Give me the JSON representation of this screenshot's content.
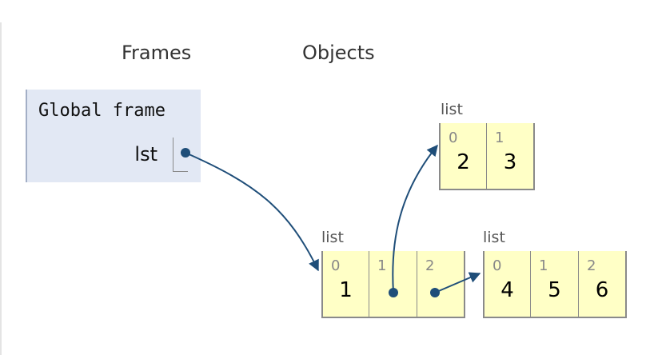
{
  "headers": {
    "frames": "Frames",
    "objects": "Objects"
  },
  "global_frame": {
    "title": "Global frame",
    "variable": "lst"
  },
  "objects": {
    "list_main": {
      "type_label": "list",
      "indices": [
        "0",
        "1",
        "2"
      ],
      "values": [
        "1",
        "",
        ""
      ]
    },
    "list_a": {
      "type_label": "list",
      "indices": [
        "0",
        "1"
      ],
      "values": [
        "2",
        "3"
      ]
    },
    "list_b": {
      "type_label": "list",
      "indices": [
        "0",
        "1",
        "2"
      ],
      "values": [
        "4",
        "5",
        "6"
      ]
    }
  },
  "colors": {
    "cell_bg": "#ffffc6",
    "frame_bg": "#e2e8f4",
    "arrow": "#1f4e79"
  }
}
